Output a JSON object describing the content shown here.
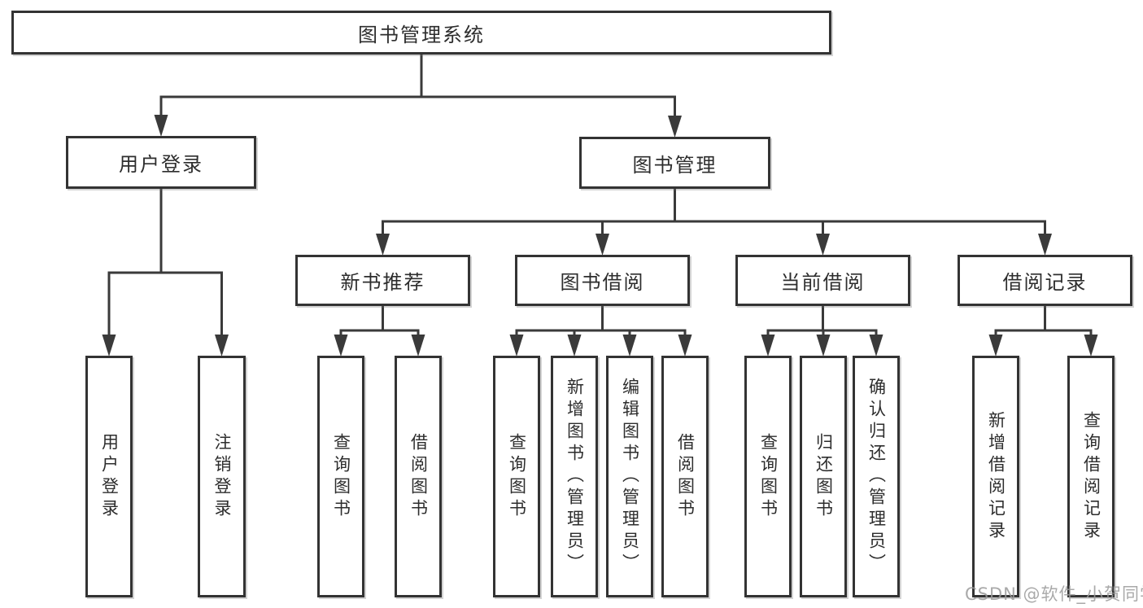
{
  "diagram": {
    "title": "图书管理系统",
    "nodes": [
      {
        "id": "root",
        "label": "图书管理系统",
        "level": 1
      },
      {
        "id": "user-login",
        "label": "用户登录",
        "level": 2
      },
      {
        "id": "book-management",
        "label": "图书管理",
        "level": 2
      },
      {
        "id": "new-book-recommend",
        "label": "新书推荐",
        "level": 3
      },
      {
        "id": "book-borrow",
        "label": "图书借阅",
        "level": 3
      },
      {
        "id": "current-borrow",
        "label": "当前借阅",
        "level": 3
      },
      {
        "id": "borrow-records",
        "label": "借阅记录",
        "level": 3
      },
      {
        "id": "leaf-user-login",
        "label": "用户登录",
        "level": 4
      },
      {
        "id": "leaf-logout",
        "label": "注销登录",
        "level": 4
      },
      {
        "id": "leaf-nb-query",
        "label": "查询图书",
        "level": 4
      },
      {
        "id": "leaf-nb-borrow",
        "label": "借阅图书",
        "level": 4
      },
      {
        "id": "leaf-bb-query",
        "label": "查询图书",
        "level": 4
      },
      {
        "id": "leaf-bb-add",
        "label": "新增图书（管理员）",
        "level": 4
      },
      {
        "id": "leaf-bb-edit",
        "label": "编辑图书（管理员）",
        "level": 4
      },
      {
        "id": "leaf-bb-borrow",
        "label": "借阅图书",
        "level": 4
      },
      {
        "id": "leaf-cb-query",
        "label": "查询图书",
        "level": 4
      },
      {
        "id": "leaf-cb-return",
        "label": "归还图书",
        "level": 4
      },
      {
        "id": "leaf-cb-confirm",
        "label": "确认归还（管理员）",
        "level": 4
      },
      {
        "id": "leaf-br-add",
        "label": "新增借阅记录",
        "level": 4
      },
      {
        "id": "leaf-br-query",
        "label": "查询借阅记录",
        "level": 4
      }
    ],
    "edges": [
      {
        "from": "root",
        "to": [
          "user-login",
          "book-management"
        ]
      },
      {
        "from": "user-login",
        "to": [
          "leaf-user-login",
          "leaf-logout"
        ]
      },
      {
        "from": "book-management",
        "to": [
          "new-book-recommend",
          "book-borrow",
          "current-borrow",
          "borrow-records"
        ]
      },
      {
        "from": "new-book-recommend",
        "to": [
          "leaf-nb-query",
          "leaf-nb-borrow"
        ]
      },
      {
        "from": "book-borrow",
        "to": [
          "leaf-bb-query",
          "leaf-bb-add",
          "leaf-bb-edit",
          "leaf-bb-borrow"
        ]
      },
      {
        "from": "current-borrow",
        "to": [
          "leaf-cb-query",
          "leaf-cb-return",
          "leaf-cb-confirm"
        ]
      },
      {
        "from": "borrow-records",
        "to": [
          "leaf-br-add",
          "leaf-br-query"
        ]
      }
    ]
  },
  "watermark": {
    "text": "CSDN @软件_小贺同学"
  },
  "colors": {
    "line": "#3a3a3a",
    "box_border": "#333333",
    "text": "#2d2d2d",
    "background": "#ffffff",
    "watermark": "#9b9b9b"
  }
}
